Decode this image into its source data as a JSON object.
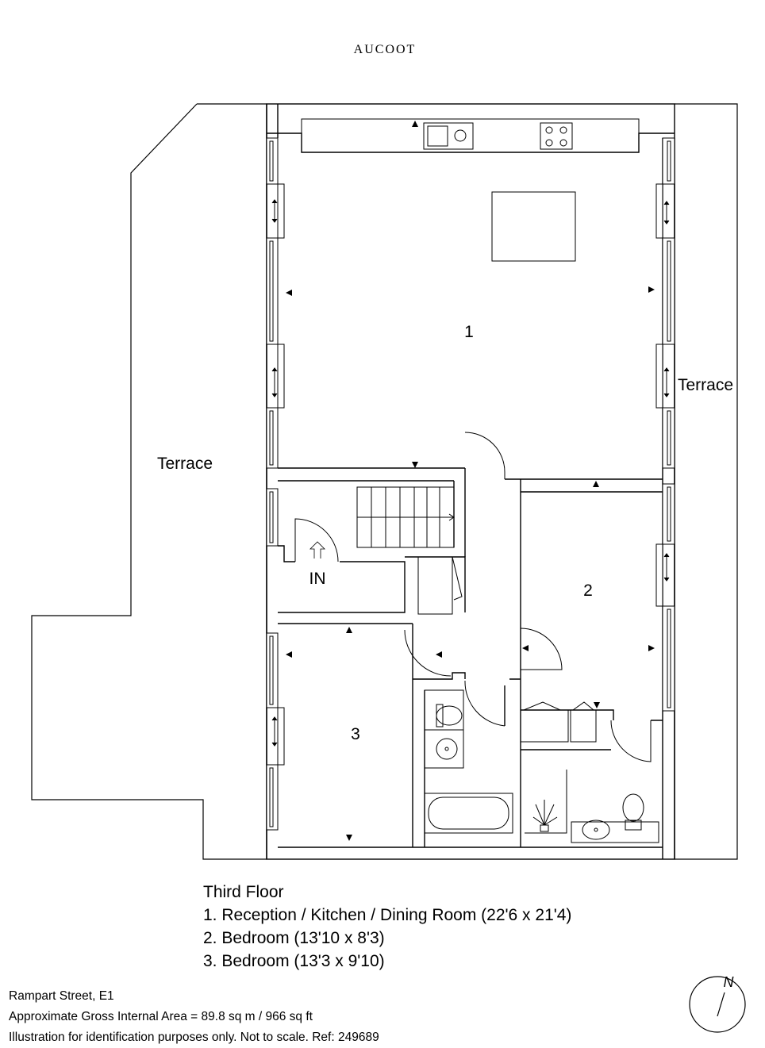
{
  "brand": "AUCOOT",
  "plan": {
    "rooms": [
      {
        "number": "1"
      },
      {
        "number": "2"
      },
      {
        "number": "3"
      }
    ],
    "labels": {
      "terrace_left": "Terrace",
      "terrace_right": "Terrace",
      "entrance": "IN"
    }
  },
  "legend": {
    "floor": "Third Floor",
    "rooms": [
      "1. Reception / Kitchen / Dining Room (22'6 x 21'4)",
      "2. Bedroom  (13'10 x 8'3)",
      "3. Bedroom (13'3 x 9'10)"
    ]
  },
  "footer": {
    "address": "Rampart Street, E1",
    "area": "Approximate Gross Internal Area = 89.8 sq m / 966 sq ft",
    "disclaimer": "Illustration for identification purposes only. Not to scale. Ref: 249689"
  },
  "compass": {
    "north_label": "N"
  }
}
